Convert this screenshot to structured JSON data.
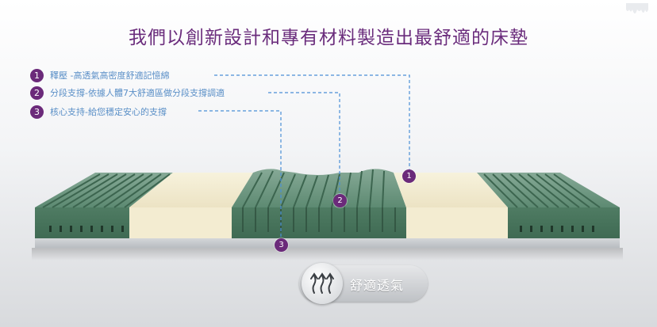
{
  "title": "我們以創新設計和專有材料製造出最舒適的床墊",
  "features": [
    {
      "num": "1",
      "text": "釋壓 -高透氣高密度舒適記憶綿"
    },
    {
      "num": "2",
      "text": "分段支撐-依據人體7大舒適區做分段支撐調適"
    },
    {
      "num": "3",
      "text": "核心支持-給您穩定安心的支撐"
    }
  ],
  "markers": [
    "1",
    "2",
    "3"
  ],
  "badge": {
    "label": "舒適透氣",
    "icon": "airflow-arrows-icon"
  },
  "colors": {
    "accent": "#6b2a7a",
    "feature_text": "#5a8fc7",
    "foam": "#5f8c74",
    "memory_foam": "#f2ecd3"
  }
}
